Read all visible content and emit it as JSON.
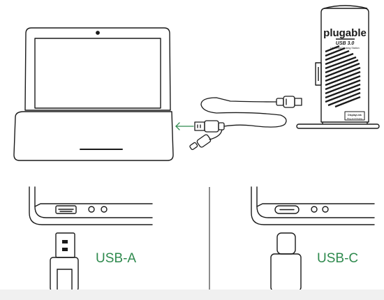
{
  "dock": {
    "brand": "plugable",
    "model": "USB 3.0",
    "subtitle": "Universal Docking Station",
    "badge_left": "DisplayLink",
    "badge_right": "Plug and Display"
  },
  "ports": {
    "usb_a_label": "USB-A",
    "usb_c_label": "USB-C"
  },
  "colors": {
    "stroke": "#1a1a1a",
    "arrow": "#2f8a4e",
    "label_green": "#2f8a4e"
  },
  "icons": {
    "arrow": "arrow-left-icon"
  }
}
